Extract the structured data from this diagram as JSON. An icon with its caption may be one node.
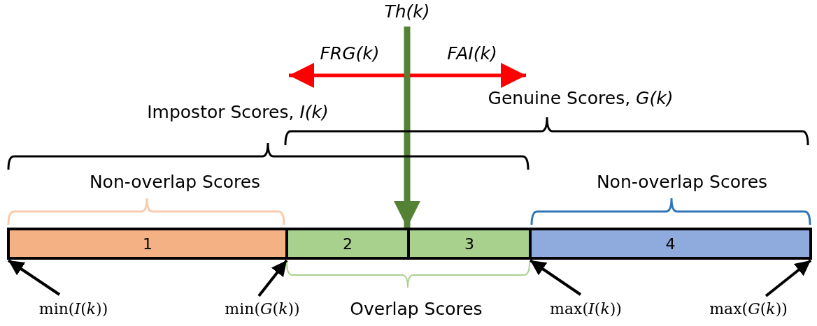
{
  "diagram": {
    "nodes": [
      {
        "text": [
          "Th(k)"
        ]
      },
      {
        "text": [
          "1"
        ]
      },
      {
        "text": [
          "2"
        ]
      },
      {
        "text": [
          "3"
        ]
      },
      {
        "text": [
          "4"
        ]
      },
      {
        "text": [
          "min(*I*(*k*))"
        ]
      },
      {
        "text": [
          "min(*G*(*k*))"
        ]
      },
      {
        "text": [
          "max(*I*(*k*))"
        ]
      },
      {
        "text": [
          "max(*G*(*k*))"
        ]
      }
    ],
    "edges": [
      {
        "from": 0,
        "to": 2,
        "arrow": "to",
        "style": "thick",
        "color": "#548235"
      },
      {
        "from": 5,
        "to": 1,
        "arrow": "to"
      },
      {
        "from": 6,
        "to": 2,
        "arrow": "to"
      },
      {
        "from": 7,
        "to": 3,
        "arrow": "to"
      },
      {
        "from": 8,
        "to": 4,
        "arrow": "to"
      }
    ],
    "labels": [
      "FRG(k)",
      "FAI(k)",
      "Genuine Scores, *G(k)*",
      "Impostor Scores, *I(k)*",
      "Non-overlap Scores",
      "Non-overlap Scores",
      "Overlap Scores"
    ]
  }
}
